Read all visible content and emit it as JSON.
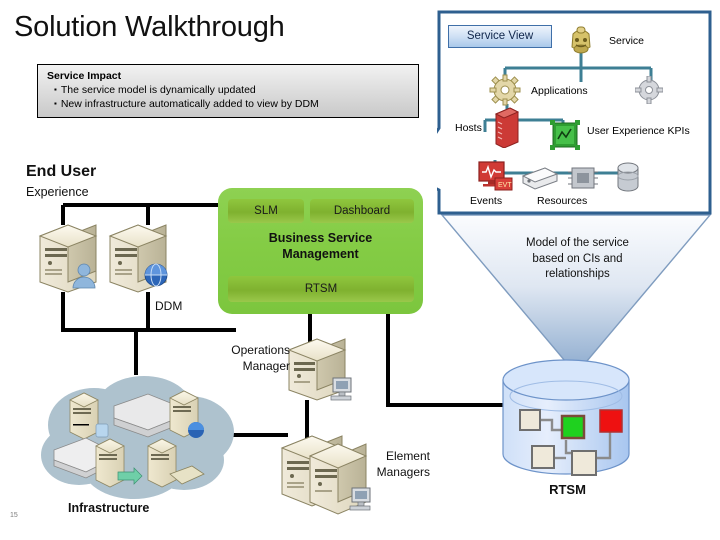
{
  "slide": {
    "title": "Solution Walkthrough",
    "number": "15"
  },
  "impact_box": {
    "heading": "Service Impact",
    "bullets": [
      "The service model is dynamically updated",
      "New infrastructure automatically added to view by DDM"
    ]
  },
  "callout": {
    "badge_label": "Service View",
    "nodes": [
      {
        "key": "service",
        "label": "Service",
        "icon": "service-bell-icon"
      },
      {
        "key": "apps",
        "label": "Applications",
        "icon": "gear-icon"
      },
      {
        "key": "hosts",
        "label": "Hosts",
        "icon": "server-rack-icon"
      },
      {
        "key": "kpis",
        "label": "User Experience KPIs",
        "icon": "kpi-chart-icon"
      },
      {
        "key": "events",
        "label": "Events",
        "icon": "alert-monitor-icon"
      },
      {
        "key": "resources",
        "label": "Resources",
        "icon": "hardware-icon"
      }
    ]
  },
  "funnel": {
    "text": "Model of the service based on CIs and relationships",
    "line1": "Model of the service",
    "line2": "based on CIs and",
    "line3": "relationships"
  },
  "bsm_box": {
    "title_line1": "Business Service",
    "title_line2": "Management",
    "chips": [
      {
        "key": "slm",
        "label": "SLM"
      },
      {
        "key": "dash",
        "label": "Dashboard"
      },
      {
        "key": "rtsm",
        "label": "RTSM"
      }
    ]
  },
  "labels": {
    "end_user": "End User",
    "experience": "Experience",
    "ddm": "DDM",
    "operations_manager_l1": "Operations",
    "operations_manager_l2": "Manager",
    "element_managers_l1": "Element",
    "element_managers_l2": "Managers",
    "infrastructure": "Infrastructure",
    "rtsm_db": "RTSM"
  },
  "colors": {
    "bsm_green": "#84cc45",
    "chip_green": "#7fb12f",
    "callout_border": "#2e5f8f",
    "badge_fill": "#cfe0f4",
    "cloud": "#aec2ce",
    "cylinder": "#bcd4f2",
    "ci_green": "#1fd11f",
    "ci_red": "#ee1111",
    "ci_beige": "#efe9da",
    "funnel_bottom": "#8fadd0",
    "impact_gray": "#d0d0d0"
  }
}
